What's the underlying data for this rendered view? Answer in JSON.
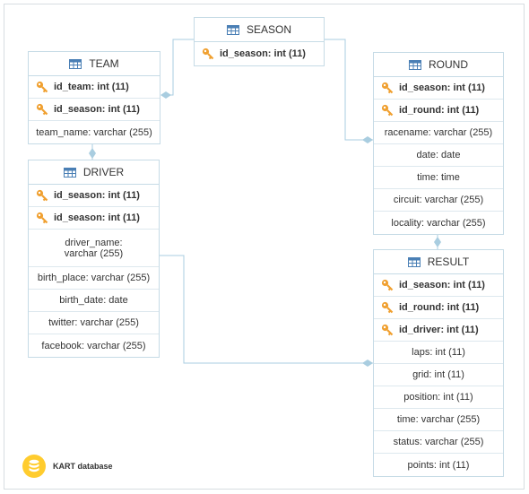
{
  "database": {
    "label": "KART database",
    "icon": "database-icon"
  },
  "colors": {
    "link": "#a9cde0",
    "diamond": "#a9cde0",
    "key": "#f0a030",
    "db": "#ffcc2e"
  },
  "tables": {
    "season": {
      "name": "SEASON",
      "pk": [
        "id_season: int (11)"
      ],
      "fields": []
    },
    "team": {
      "name": "TEAM",
      "pk": [
        "id_team: int (11)",
        "id_season: int (11)"
      ],
      "fields": [
        "team_name: varchar (255)"
      ]
    },
    "driver": {
      "name": "DRIVER",
      "pk": [
        "id_season: int (11)",
        "id_season: int (11)"
      ],
      "fields": [
        "driver_name: varchar (255)",
        "birth_place: varchar (255)",
        "birth_date: date",
        "twitter: varchar (255)",
        "facebook: varchar (255)"
      ]
    },
    "round": {
      "name": "ROUND",
      "pk": [
        "id_season: int (11)",
        "id_round: int (11)"
      ],
      "fields": [
        "racename: varchar (255)",
        "date: date",
        "time: time",
        "circuit: varchar (255)",
        "locality: varchar (255)"
      ]
    },
    "result": {
      "name": "RESULT",
      "pk": [
        "id_season: int (11)",
        "id_round: int (11)",
        "id_driver: int (11)"
      ],
      "fields": [
        "laps: int (11)",
        "grid: int (11)",
        "position: int (11)",
        "time: varchar (255)",
        "status: varchar (255)",
        "points: int (11)"
      ]
    }
  }
}
